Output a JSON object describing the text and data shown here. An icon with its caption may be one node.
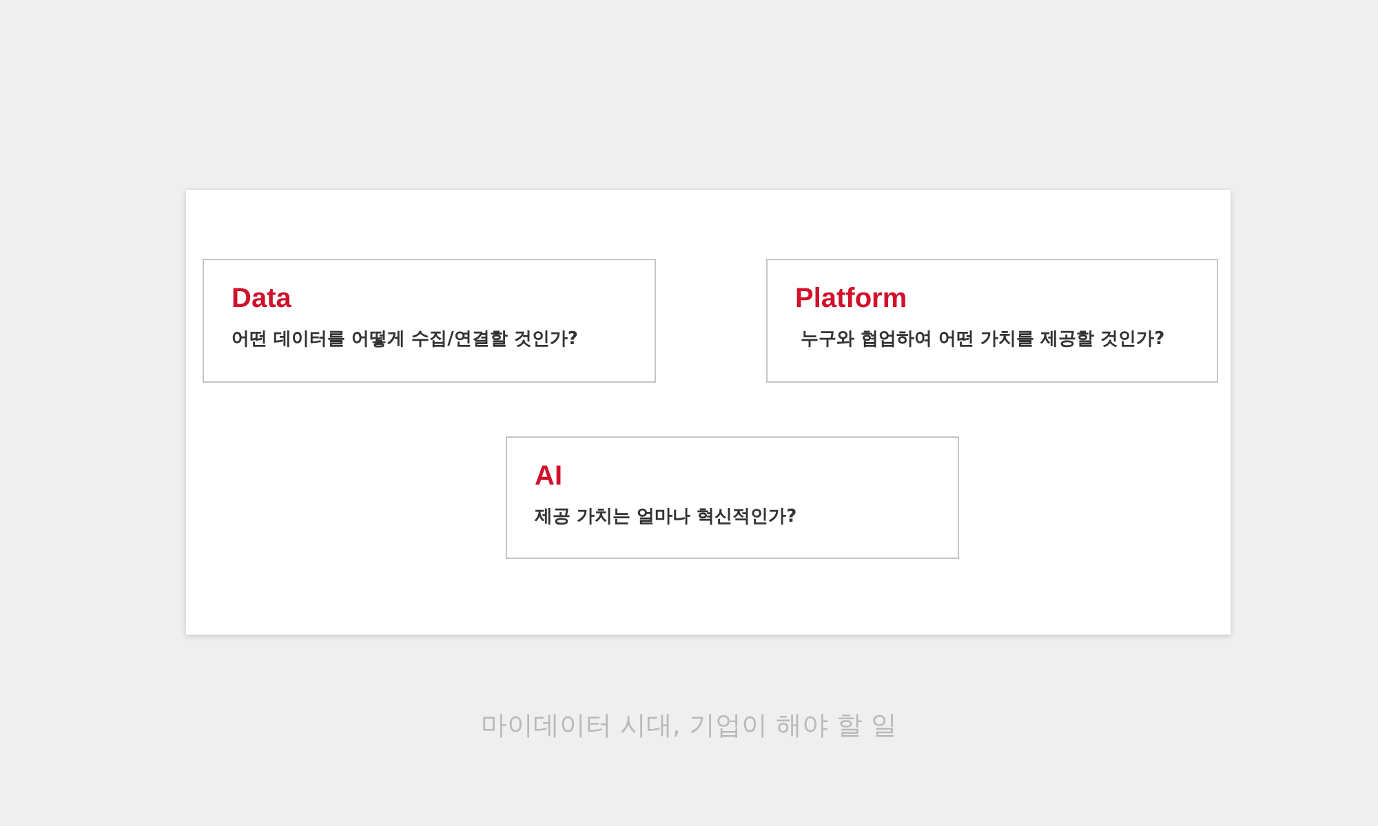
{
  "diagram": {
    "caption": "마이데이터 시대, 기업이 해야 할 일",
    "nodes": [
      {
        "text": [
          "Data",
          "어떤 데이터를 어떻게 수집/연결할 것인가?"
        ]
      },
      {
        "text": [
          "Platform",
          "누구와 협업하여 어떤 가치를 제공할 것인가?"
        ]
      },
      {
        "text": [
          "AI",
          "제공 가치는 얼마나 혁신적인가?"
        ]
      }
    ]
  }
}
